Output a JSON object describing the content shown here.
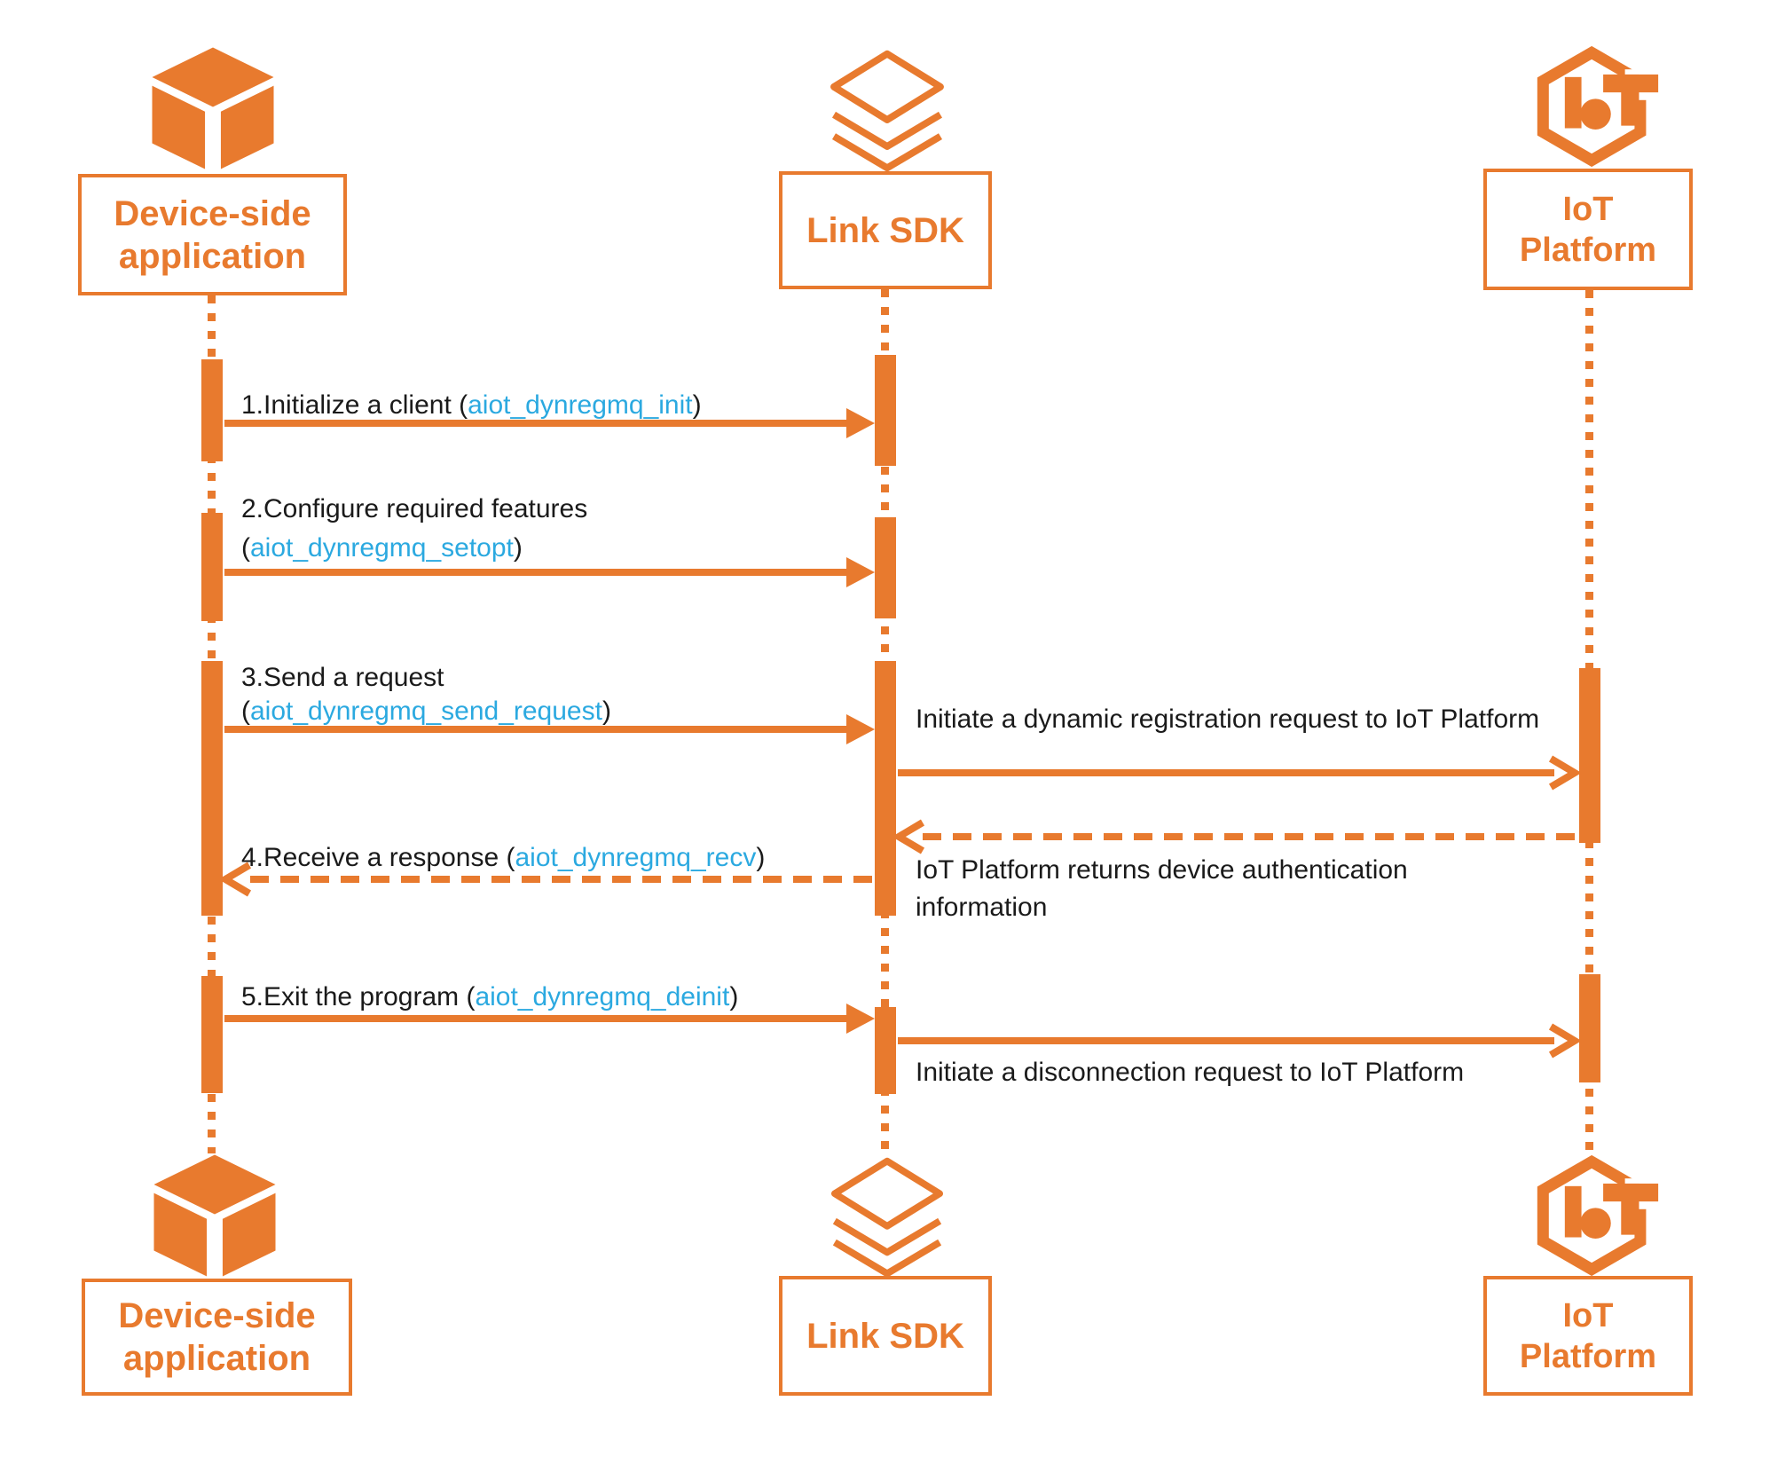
{
  "colors": {
    "orange": "#E87A2E",
    "blue": "#2BA9E0",
    "ink": "#1A1A1A",
    "bg": "#FFFFFF"
  },
  "actors": {
    "device": {
      "line1": "Device-side",
      "line2": "application",
      "icon": "cube-icon"
    },
    "sdk": {
      "label": "Link SDK",
      "icon": "layers-icon"
    },
    "iot": {
      "line1": "IoT",
      "line2": "Platform",
      "icon": "iot-hexagon-icon"
    }
  },
  "messages": {
    "m1": {
      "pre": "1.Initialize a client (",
      "fn": "aiot_dynregmq_init",
      "post": ")"
    },
    "m2": {
      "line1": "2.Configure required features",
      "pre": "(",
      "fn": "aiot_dynregmq_setopt",
      "post": ")"
    },
    "m3": {
      "line1": "3.Send a request",
      "pre": "(",
      "fn": "aiot_dynregmq_send_request",
      "post": ")"
    },
    "m4": {
      "pre": "4.Receive a response (",
      "fn": "aiot_dynregmq_recv",
      "post": ")"
    },
    "m5": {
      "pre": "5.Exit the program (",
      "fn": "aiot_dynregmq_deinit",
      "post": ")"
    }
  },
  "notes": {
    "registration": "Initiate a dynamic registration request to IoT Platform",
    "auth_return": "IoT Platform returns device authentication information",
    "disconnection": "Initiate a disconnection request to IoT Platform"
  }
}
